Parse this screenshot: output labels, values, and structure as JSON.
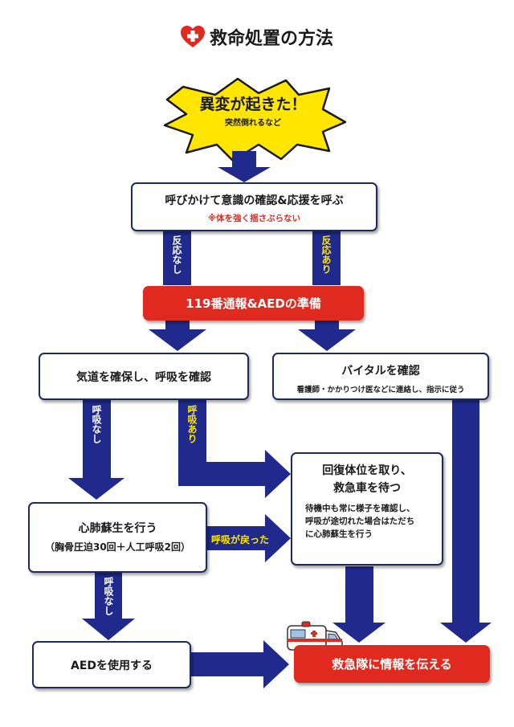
{
  "title": "救命処置の方法",
  "start": {
    "main": "異変が起きた！",
    "sub": "突然倒れるなど"
  },
  "call": {
    "main": "呼びかけて意識の確認&応援を呼ぶ",
    "note": "※体を強く揺さぶらない"
  },
  "labels": {
    "no_response": "反応なし",
    "response": "反応あり",
    "breathing": "呼吸あり",
    "no_breathing_1": "呼吸なし",
    "no_breathing_2": "呼吸なし",
    "breath_returned": "呼吸が戻った"
  },
  "emergency_call": "119番通報&AEDの準備",
  "airway": "気道を確保し、呼吸を確認",
  "vital": {
    "main": "バイタルを確認",
    "sub": "看護師・かかりつけ医などに連絡し、指示に従う"
  },
  "recovery": {
    "main_1": "回復体位を取り、",
    "main_2": "救急車を待つ",
    "sub_1": "待機中も常に様子を確認し、",
    "sub_2": "呼吸が途切れた場合はただち",
    "sub_3": "に心肺蘇生を行う"
  },
  "cpr": {
    "main": "心肺蘇生を行う",
    "sub": "（胸骨圧迫30回＋人工呼吸2回）"
  },
  "aed": "AEDを使用する",
  "handover": "救急隊に情報を伝える",
  "colors": {
    "navy": "#1f2a8c",
    "red": "#e02a1f",
    "yellow": "#ffe600"
  },
  "icons": {
    "title_icon": "heart-cross-icon",
    "ambulance": "ambulance-icon"
  }
}
